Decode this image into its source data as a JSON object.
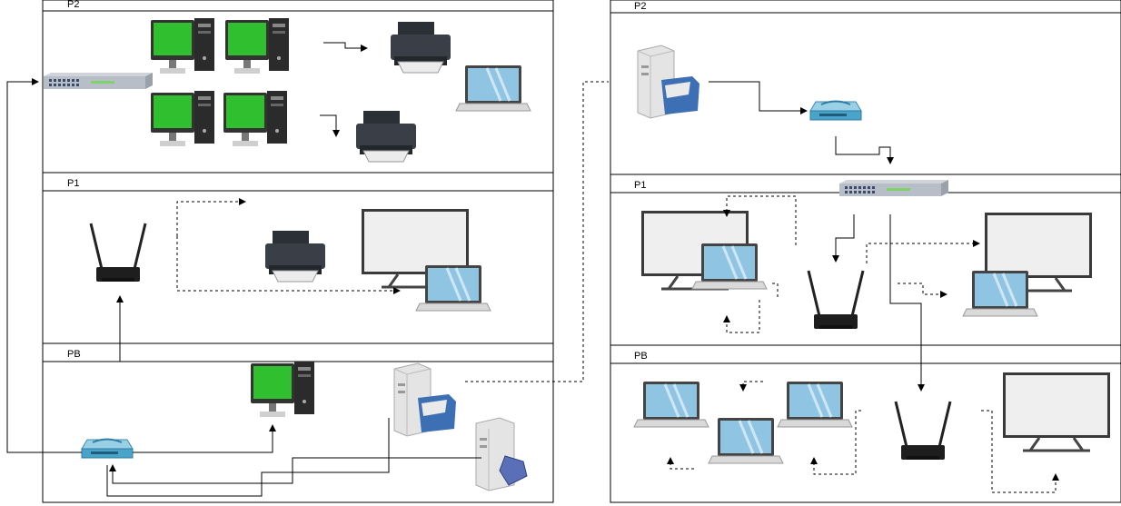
{
  "left_building": {
    "floors": [
      {
        "key": "p2",
        "label": "P2"
      },
      {
        "key": "p1",
        "label": "P1"
      },
      {
        "key": "pb",
        "label": "PB"
      }
    ]
  },
  "right_building": {
    "floors": [
      {
        "key": "p2",
        "label": "P2"
      },
      {
        "key": "p1",
        "label": "P1"
      },
      {
        "key": "pb",
        "label": "PB"
      }
    ]
  },
  "colors": {
    "screen_green": "#2fbf2f",
    "screen_blue": "#8fc5e3",
    "device_dark": "#2b2f36",
    "server_grey": "#d8d8d8",
    "folder_blue": "#3d6fb5",
    "modem_blue": "#4aa3c8",
    "line": "#000000"
  },
  "icons": [
    "desktop-pc-icon",
    "printer-icon",
    "laptop-icon",
    "switch-icon",
    "router-icon",
    "wireless-router-icon",
    "monitor-icon",
    "file-server-icon",
    "server-icon"
  ]
}
